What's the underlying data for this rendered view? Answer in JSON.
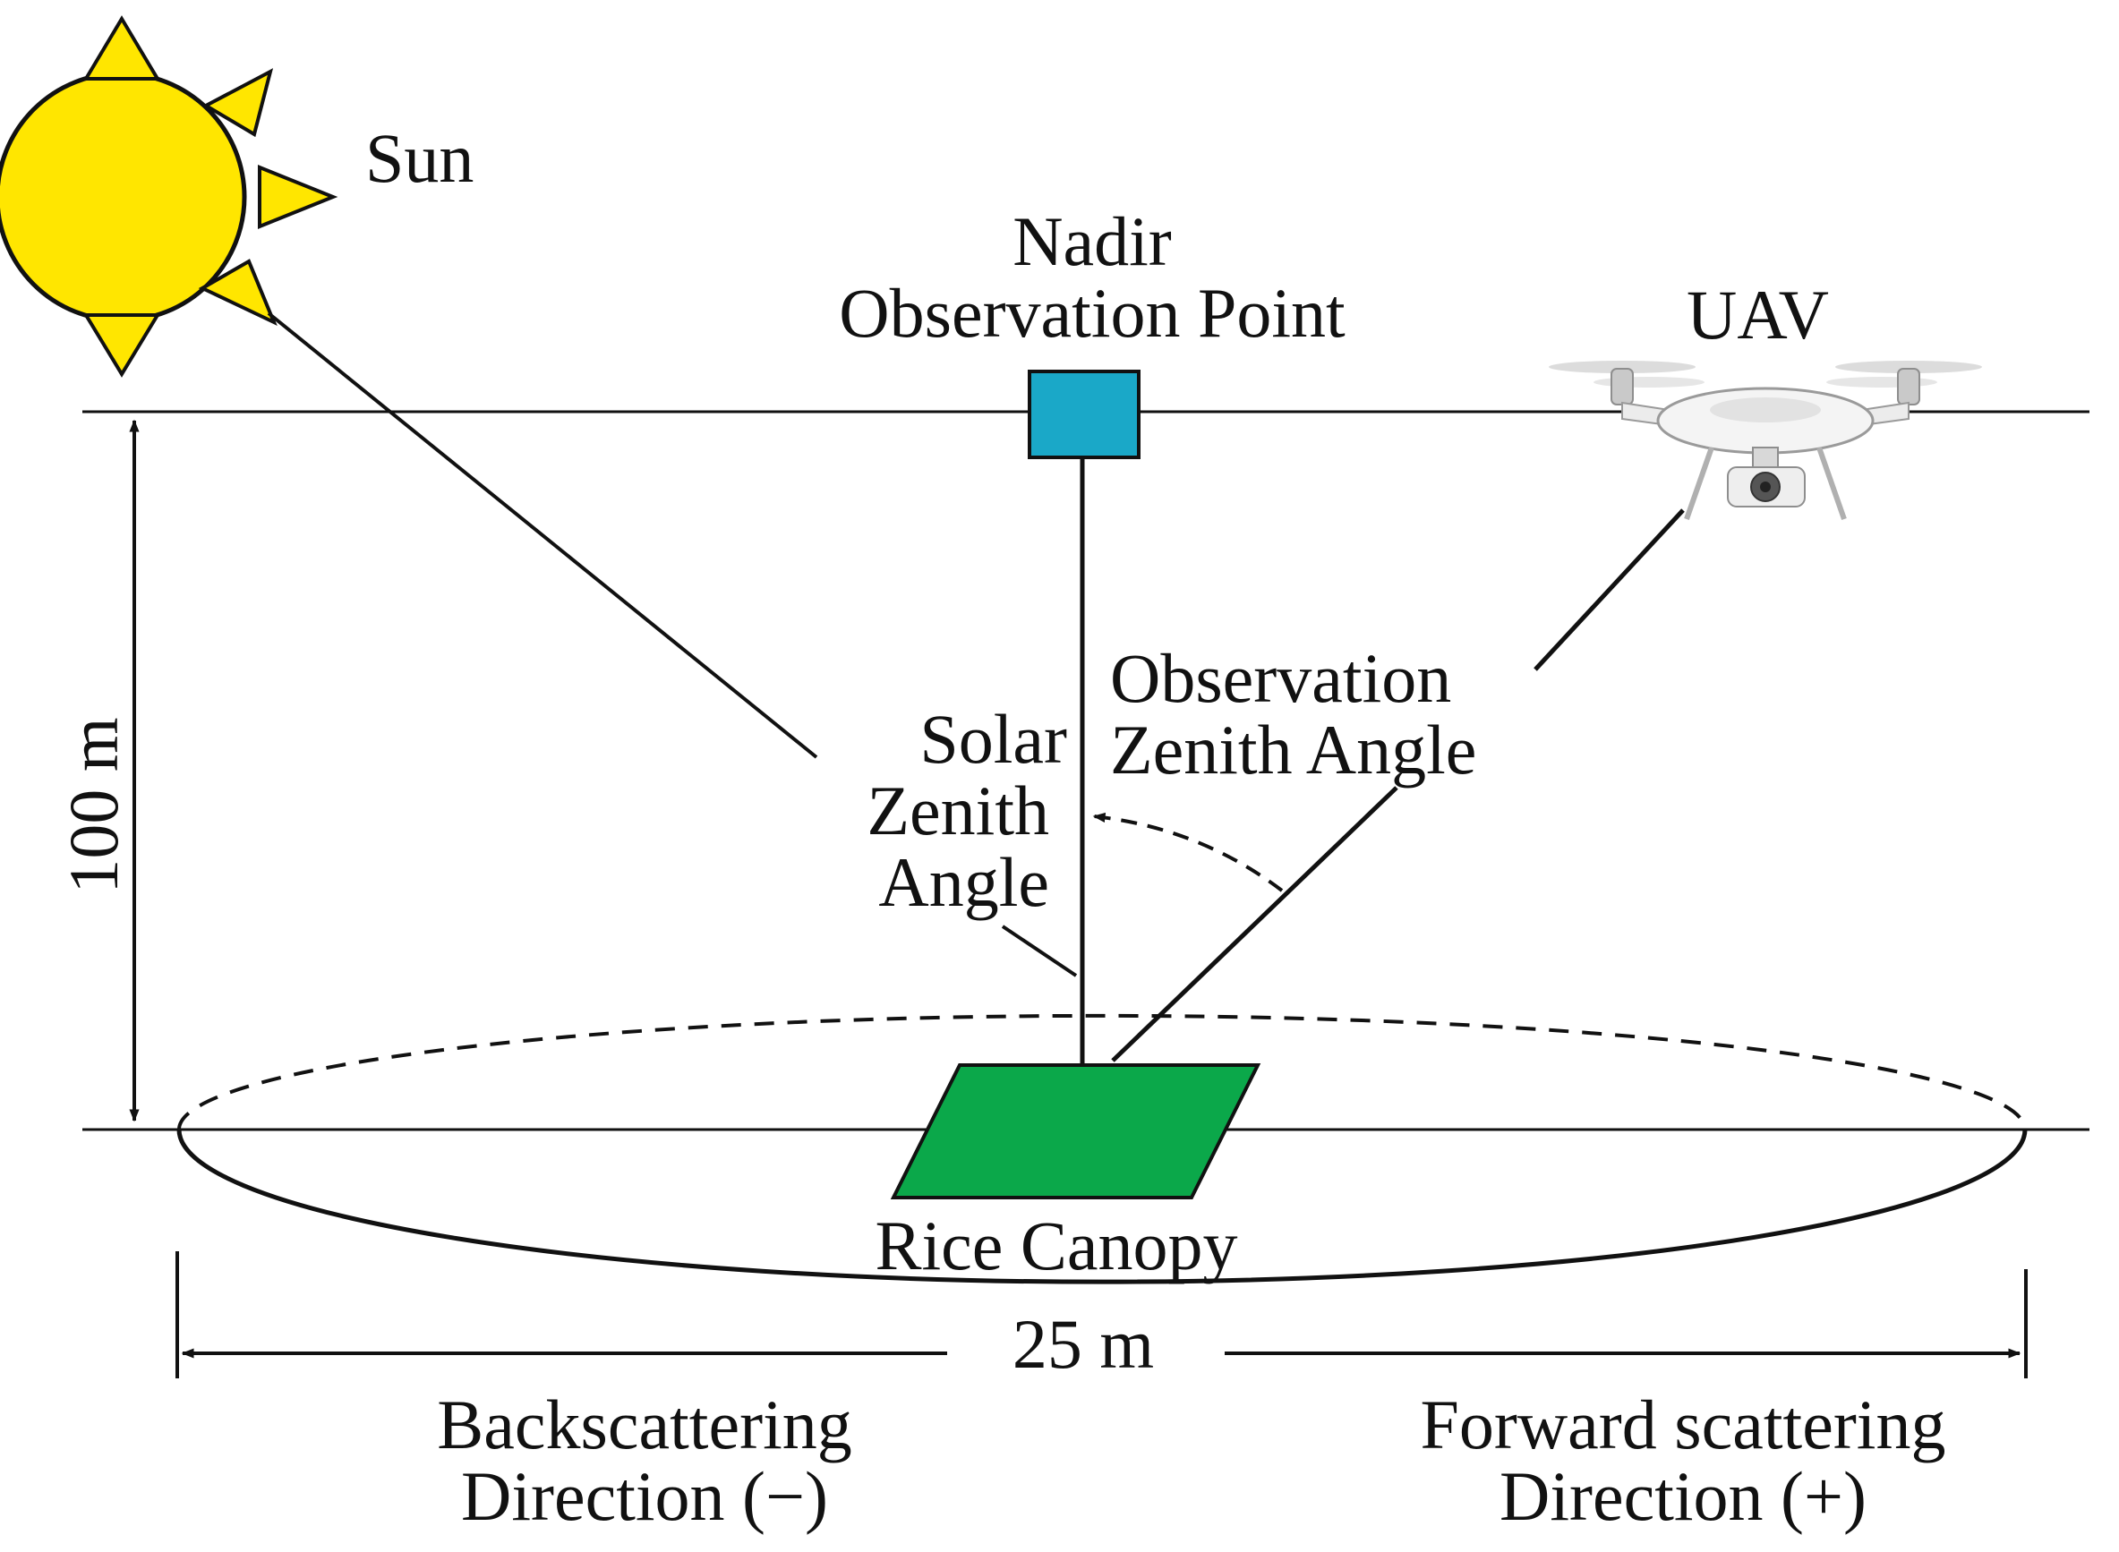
{
  "labels": {
    "sun": "Sun",
    "nadir_line1": "Nadir",
    "nadir_line2": "Observation Point",
    "uav": "UAV",
    "observation_zenith_line1": "Observation",
    "observation_zenith_line2": "Zenith Angle",
    "solar_zenith_line1": "Solar",
    "solar_zenith_line2": "Zenith",
    "solar_zenith_line3": "Angle",
    "rice_canopy": "Rice Canopy",
    "height": "100 m",
    "width": "25 m",
    "backscatter_line1": "Backscattering",
    "backscatter_line2": "Direction (−)",
    "forward_line1": "Forward scattering",
    "forward_line2": "Direction (+)"
  },
  "icons": {
    "sun": "sun-icon",
    "uav": "drone-icon"
  },
  "colors": {
    "sun_fill": "#FFE600",
    "nadir_box": "#1AA8C8",
    "canopy": "#0BA84A",
    "line": "#111111"
  }
}
